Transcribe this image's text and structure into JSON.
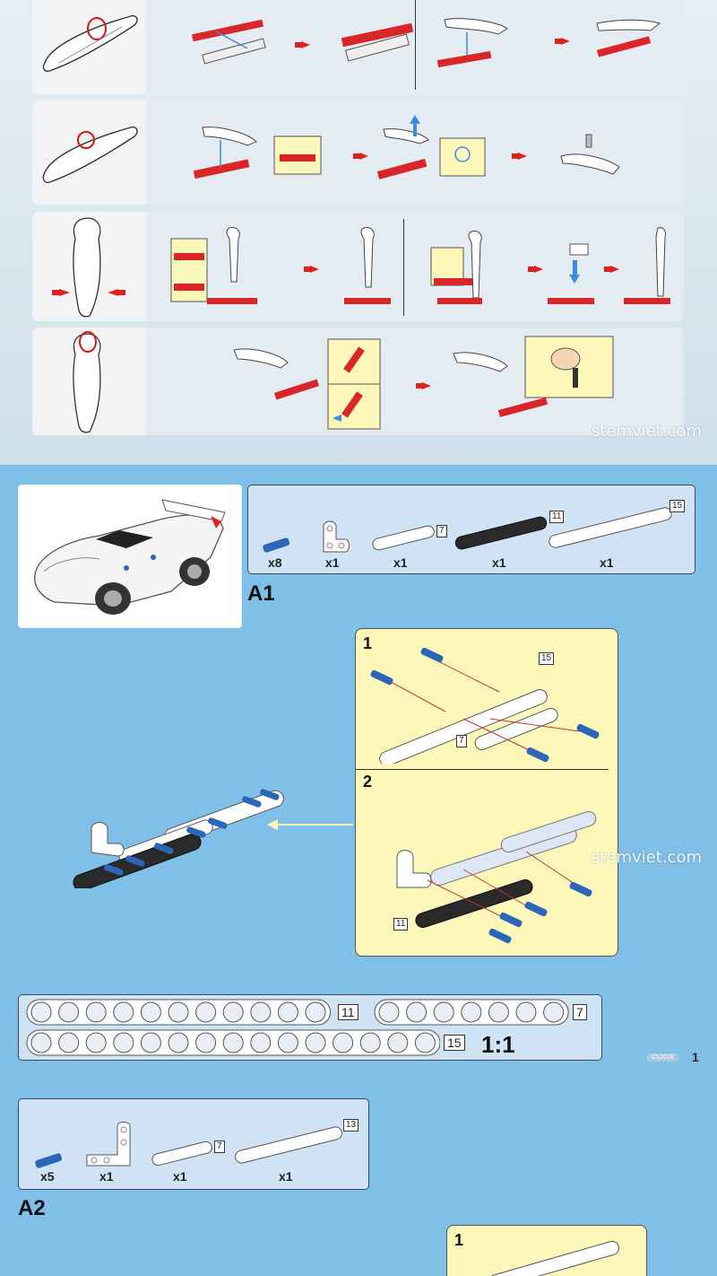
{
  "watermark": "stemviet.com",
  "a1": {
    "label": "A1",
    "parts": [
      {
        "qty": "x8"
      },
      {
        "qty": "x1"
      },
      {
        "qty": "x1",
        "tag": "7"
      },
      {
        "qty": "x1",
        "tag": "11"
      },
      {
        "qty": "x1",
        "tag": "15"
      }
    ],
    "substeps": [
      {
        "number": "1",
        "tags": [
          "15",
          "7"
        ]
      },
      {
        "number": "2",
        "tags": [
          "11"
        ]
      }
    ]
  },
  "ruler": {
    "beams": [
      {
        "tag": "11"
      },
      {
        "tag": "7"
      },
      {
        "tag": "15"
      }
    ],
    "scale": "1:1"
  },
  "page": {
    "code": "C52028",
    "number": "1"
  },
  "a2": {
    "label": "A2",
    "parts": [
      {
        "qty": "x5"
      },
      {
        "qty": "x1"
      },
      {
        "qty": "x1",
        "tag": "7"
      },
      {
        "qty": "x1",
        "tag": "13"
      }
    ],
    "substeps": [
      {
        "number": "1"
      }
    ]
  },
  "colors": {
    "page_blue": "#7fbfe8",
    "panel_blue": "#cfe3f4",
    "yellow_panel": "#fdf8b9",
    "red_beam": "#d8262a",
    "black_beam": "#2a2a2a",
    "blue_pin": "#2b66b8",
    "arrow_red": "#e02020"
  }
}
